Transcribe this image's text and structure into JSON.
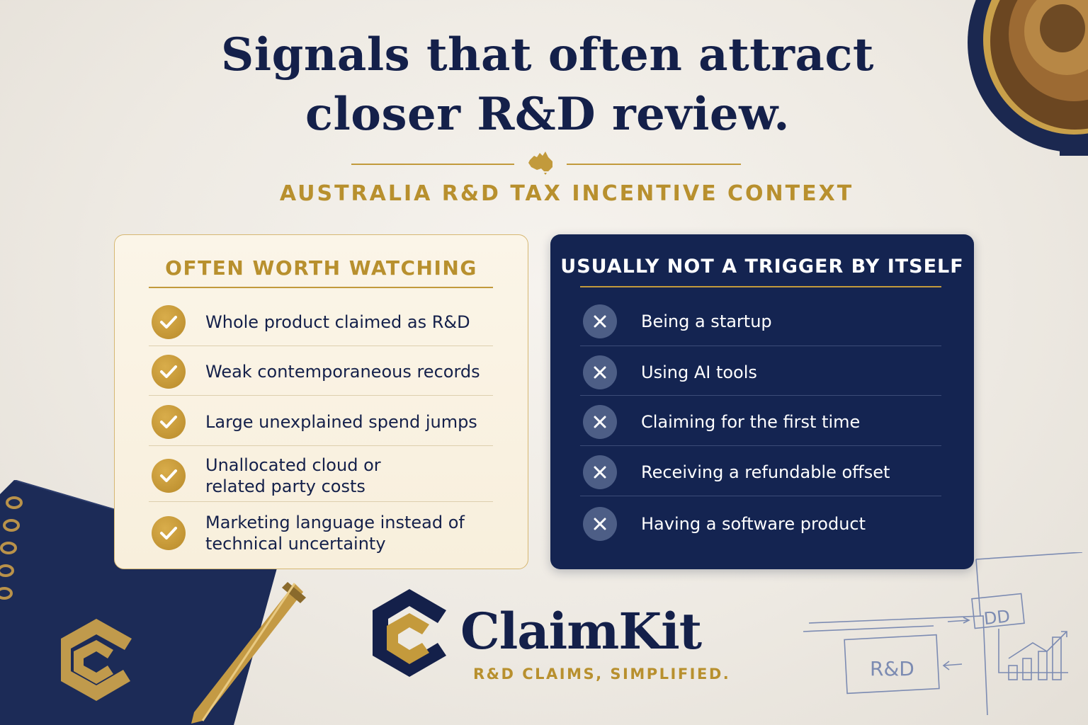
{
  "title": {
    "line1": "Signals that often attract",
    "line2": "closer R&D review."
  },
  "subtitle": "AUSTRALIA R&D TAX INCENTIVE CONTEXT",
  "left_panel": {
    "heading": "OFTEN WORTH WATCHING",
    "items": [
      {
        "line1": "Whole product claimed as R&D",
        "line2": ""
      },
      {
        "line1": "Weak contemporaneous records",
        "line2": ""
      },
      {
        "line1": "Large unexplained spend jumps",
        "line2": ""
      },
      {
        "line1": "Unallocated cloud or",
        "line2": "related party costs"
      },
      {
        "line1": "Marketing language instead of",
        "line2": "technical uncertainty"
      }
    ]
  },
  "right_panel": {
    "heading": "USUALLY NOT A TRIGGER BY ITSELF",
    "items": [
      "Being a startup",
      "Using AI tools",
      "Claiming for the first time",
      "Receiving a refundable offset",
      "Having a software product"
    ]
  },
  "brand": {
    "name": "ClaimKit",
    "tagline": "R&D CLAIMS, SIMPLIFIED."
  },
  "sketch": {
    "box_left": "R&D",
    "box_right": "DD"
  },
  "colors": {
    "navy": "#14204a",
    "gold": "#b8902e",
    "panel_navy": "#142451",
    "cream": "#f8efdc"
  },
  "icons": {
    "check": "check-circle-icon",
    "cross": "x-circle-icon",
    "map": "australia-map-icon"
  }
}
